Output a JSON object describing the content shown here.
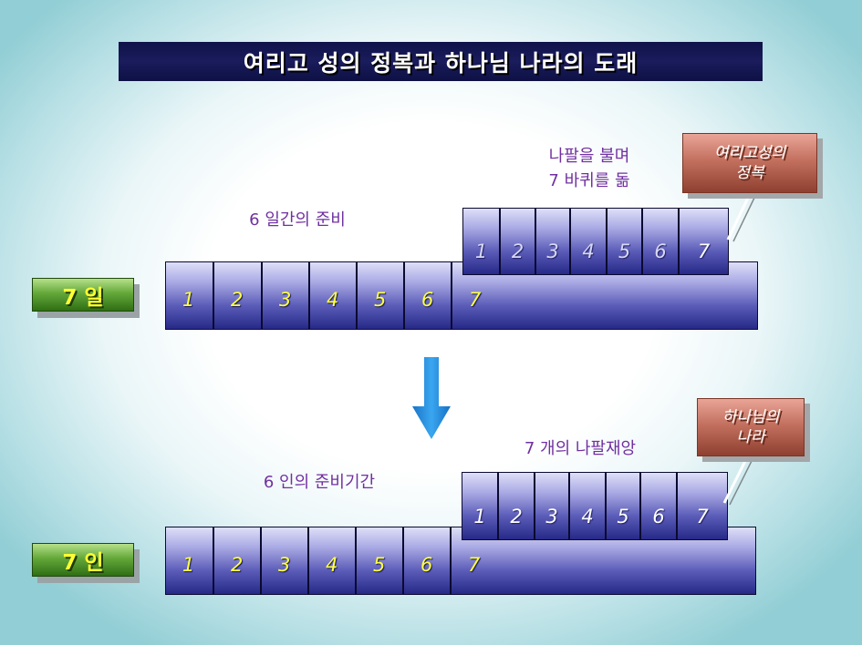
{
  "title": "여리고 성의 정복과 하나님 나라의 도래",
  "top": {
    "badge": "7 일",
    "prep_label": "6 일간의 준비",
    "action_label_line1": "나팔을 불며",
    "action_label_line2": "7 바퀴를 돎",
    "callout_line1": "여리고성의",
    "callout_line2": "정복",
    "base_cells": [
      "1",
      "2",
      "3",
      "4",
      "5",
      "6",
      "7"
    ],
    "upper_cells": [
      "1",
      "2",
      "3",
      "4",
      "5",
      "6",
      "7"
    ]
  },
  "bottom": {
    "badge": "7 인",
    "prep_label": "6 인의 준비기간",
    "action_label": "7 개의 나팔재앙",
    "callout_line1": "하나님의",
    "callout_line2": "나라",
    "base_cells": [
      "1",
      "2",
      "3",
      "4",
      "5",
      "6",
      "7"
    ],
    "upper_cells": [
      "1",
      "2",
      "3",
      "4",
      "5",
      "6",
      "7"
    ]
  },
  "colors": {
    "title_bg": "#1a1c5c",
    "label_purple": "#7030a0",
    "arrow_blue": "#1f8fe0",
    "badge_green": "#4f8f2a",
    "callout_red": "#b86050"
  },
  "icons": {
    "transition": "down-arrow-icon"
  }
}
